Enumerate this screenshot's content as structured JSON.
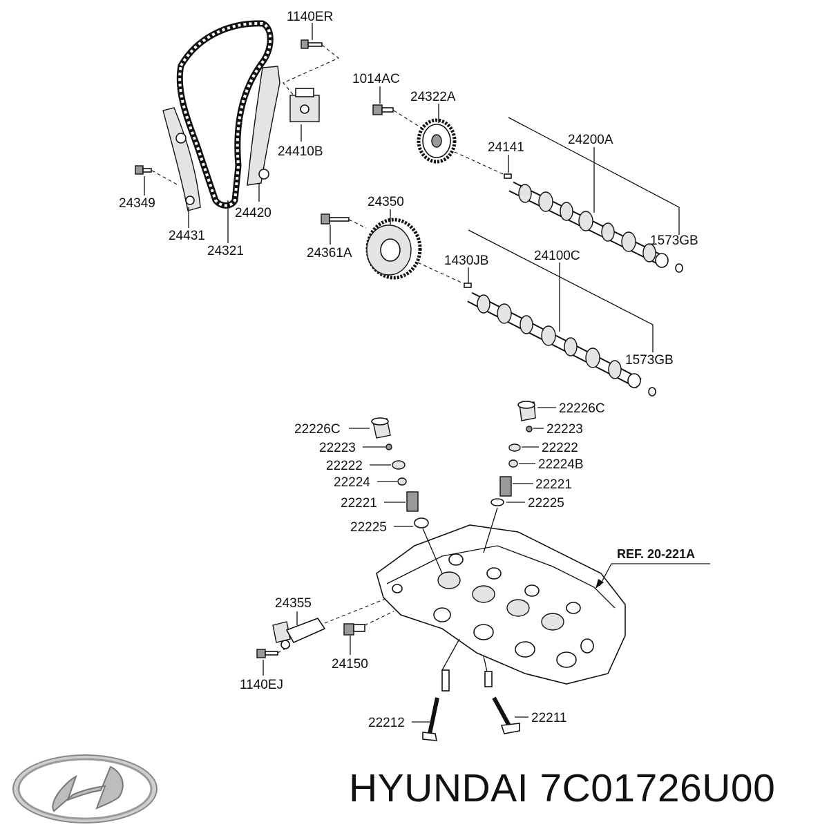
{
  "brand": {
    "title": "HYUNDAI 7C01726U00",
    "logo_icon": "hyundai-logo-icon"
  },
  "reference": "REF. 20-221A",
  "labels": {
    "l1140ER": "1140ER",
    "l1014AC": "1014AC",
    "l24322A": "24322A",
    "l24410B": "24410B",
    "l24141": "24141",
    "l24200A": "24200A",
    "l24349": "24349",
    "l24420": "24420",
    "l24431": "24431",
    "l24321": "24321",
    "l24350": "24350",
    "l24361A": "24361A",
    "l1430JB": "1430JB",
    "l24100C": "24100C",
    "l1573GB_a": "1573GB",
    "l1573GB_b": "1573GB",
    "l22226C_l": "22226C",
    "l22223_l": "22223",
    "l22222_l": "22222",
    "l22224": "22224",
    "l22221_l": "22221",
    "l22225_l": "22225",
    "l22226C_r": "22226C",
    "l22223_r": "22223",
    "l22222_r": "22222",
    "l22224B": "22224B",
    "l22221_r": "22221",
    "l22225_r": "22225",
    "l24355": "24355",
    "l24150": "24150",
    "l1140EJ": "1140EJ",
    "l22212": "22212",
    "l22211": "22211"
  }
}
